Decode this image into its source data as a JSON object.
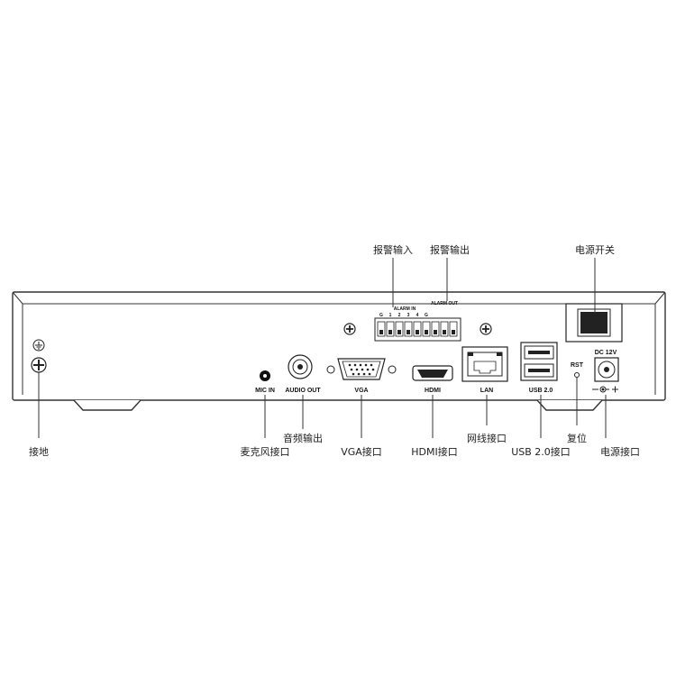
{
  "panel": {
    "terminal_header_in": "ALARM IN",
    "terminal_header_out": "ALARM OUT",
    "terminal_pins": [
      "G",
      "1",
      "2",
      "3",
      "4",
      "G"
    ],
    "dc_label": "DC 12V",
    "ports": {
      "mic_in": "MIC IN",
      "audio_out": "AUDIO OUT",
      "vga": "VGA",
      "hdmi": "HDMI",
      "lan": "LAN",
      "usb": "USB 2.0",
      "rst": "RST"
    }
  },
  "callouts": {
    "alarm_in": "报警输入",
    "alarm_out": "报警输出",
    "power_switch": "电源开关",
    "ground": "接地",
    "mic_in": "麦克风接口",
    "audio_out": "音频输出",
    "vga": "VGA接口",
    "hdmi": "HDMI接口",
    "lan": "网线接口",
    "usb": "USB 2.0接口",
    "reset": "复位",
    "power_port": "电源接口"
  }
}
